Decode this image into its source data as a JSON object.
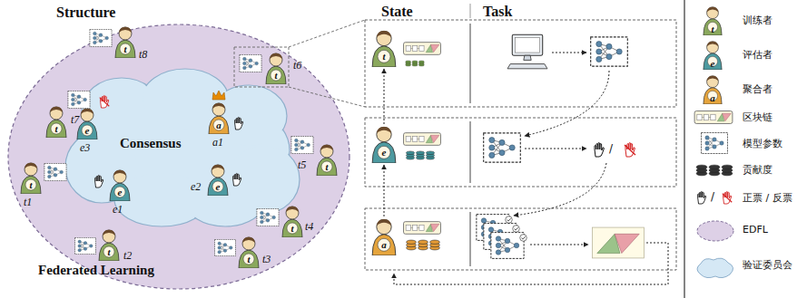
{
  "diagram": {
    "nodes": [
      {
        "text": [
          "Structure",
          "Federated Learning"
        ]
      },
      {
        "text": [
          "Consensus"
        ],
        "in": 0
      },
      {
        "text": [
          "e",
          "e3"
        ],
        "in": 1
      },
      {
        "text": [
          "a",
          "a1"
        ],
        "in": 1
      },
      {
        "text": [
          "e",
          "e1"
        ],
        "in": 1
      },
      {
        "text": [
          "e",
          "e2"
        ],
        "in": 1
      },
      {
        "text": [
          "t",
          "t8"
        ],
        "in": 0
      },
      {
        "text": [
          "t",
          "t7"
        ],
        "in": 0
      },
      {
        "text": [
          "t",
          "t6"
        ],
        "in": 0
      },
      {
        "text": [
          "t",
          "t5"
        ],
        "in": 0
      },
      {
        "text": [
          "t",
          "t1"
        ],
        "in": 0
      },
      {
        "text": [
          "t",
          "t4"
        ],
        "in": 0
      },
      {
        "text": [
          "t",
          "t2"
        ],
        "in": 0
      },
      {
        "text": [
          "t",
          "t3"
        ],
        "in": 0
      },
      {
        "text": [
          "t"
        ]
      },
      {
        "text": [
          "e"
        ]
      },
      {
        "text": [
          "a"
        ]
      }
    ],
    "edges": [
      {
        "from": 16,
        "to": 15,
        "arrow": "to"
      },
      {
        "from": 15,
        "to": 14,
        "arrow": "to"
      }
    ],
    "labels": [
      "State",
      "Task",
      "t",
      "e",
      "a",
      "/",
      "/"
    ],
    "legend": [
      {
        "text": "训练者"
      },
      {
        "text": "评估者"
      },
      {
        "text": "聚合者"
      },
      {
        "text": "区块链"
      },
      {
        "text": "模型参数"
      },
      {
        "text": "贡献度"
      },
      {
        "text": "正票 / 反票"
      },
      {
        "text": "EDFL",
        "color": "#ddd0e6"
      },
      {
        "text": "验证委员会",
        "color": "#d5e8f5"
      }
    ]
  }
}
